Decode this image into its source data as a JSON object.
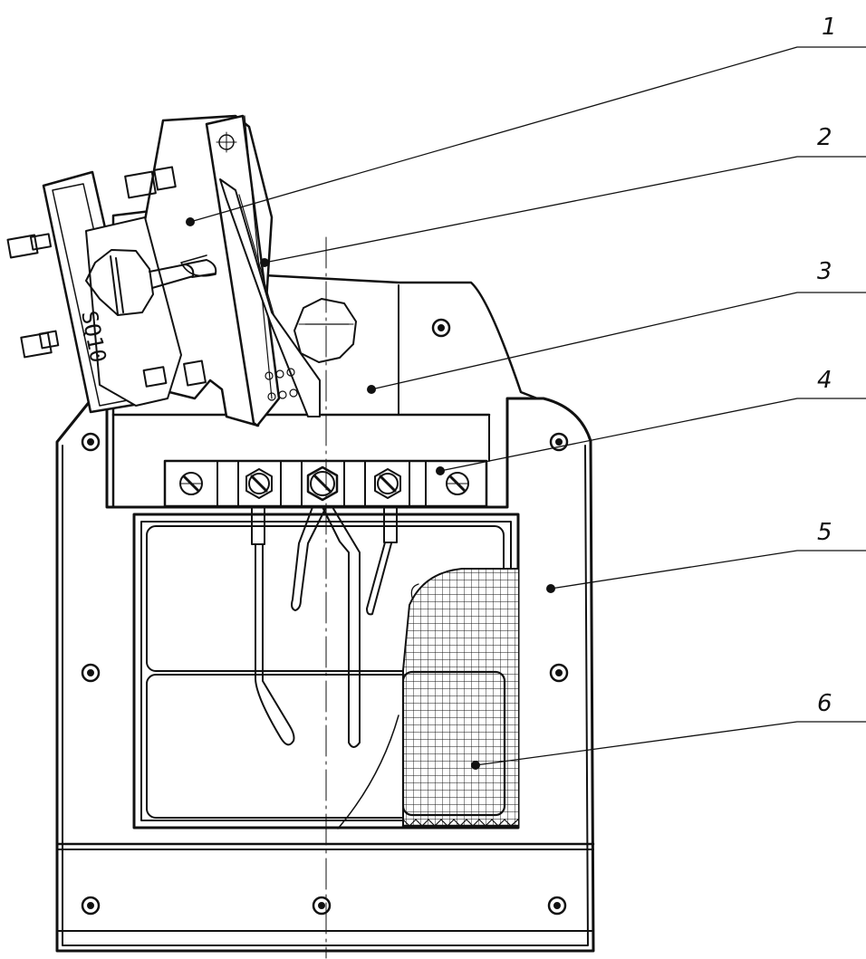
{
  "callouts": [
    {
      "label": "1"
    },
    {
      "label": "2"
    },
    {
      "label": "3"
    },
    {
      "label": "4"
    },
    {
      "label": "5"
    },
    {
      "label": "6"
    }
  ],
  "switch_label": "SQ10",
  "colors": {
    "line": "#111111",
    "background": "#ffffff"
  }
}
